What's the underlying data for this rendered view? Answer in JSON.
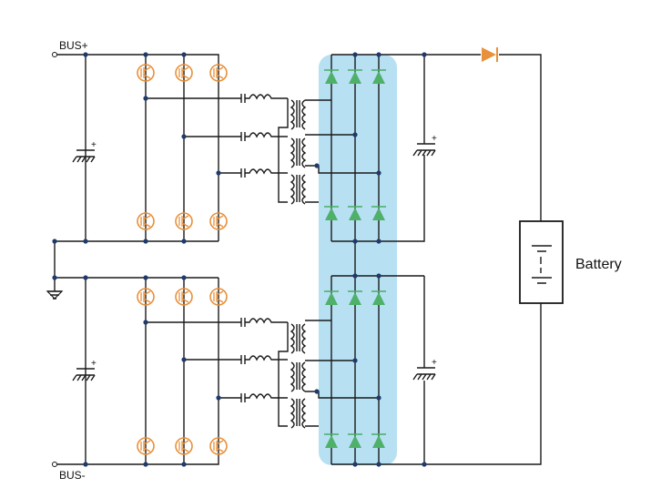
{
  "labels": {
    "bus_plus": "BUS+",
    "bus_minus": "BUS-",
    "battery": "Battery",
    "cap_polarity": "+"
  },
  "colors": {
    "igbt": "#e8903a",
    "rectifier_diode": "#4fb06a",
    "output_diode": "#e8903a",
    "rectifier_highlight": "#aadcf0",
    "wire": "#1a1a1a",
    "junction": "#1f3a6b"
  },
  "icons": {
    "switch": "igbt-icon",
    "rectifier": "diode-icon",
    "battery": "battery-icon",
    "ground": "ground-icon",
    "transformer": "transformer-icon",
    "inductor": "inductor-icon",
    "capacitor": "capacitor-icon"
  }
}
